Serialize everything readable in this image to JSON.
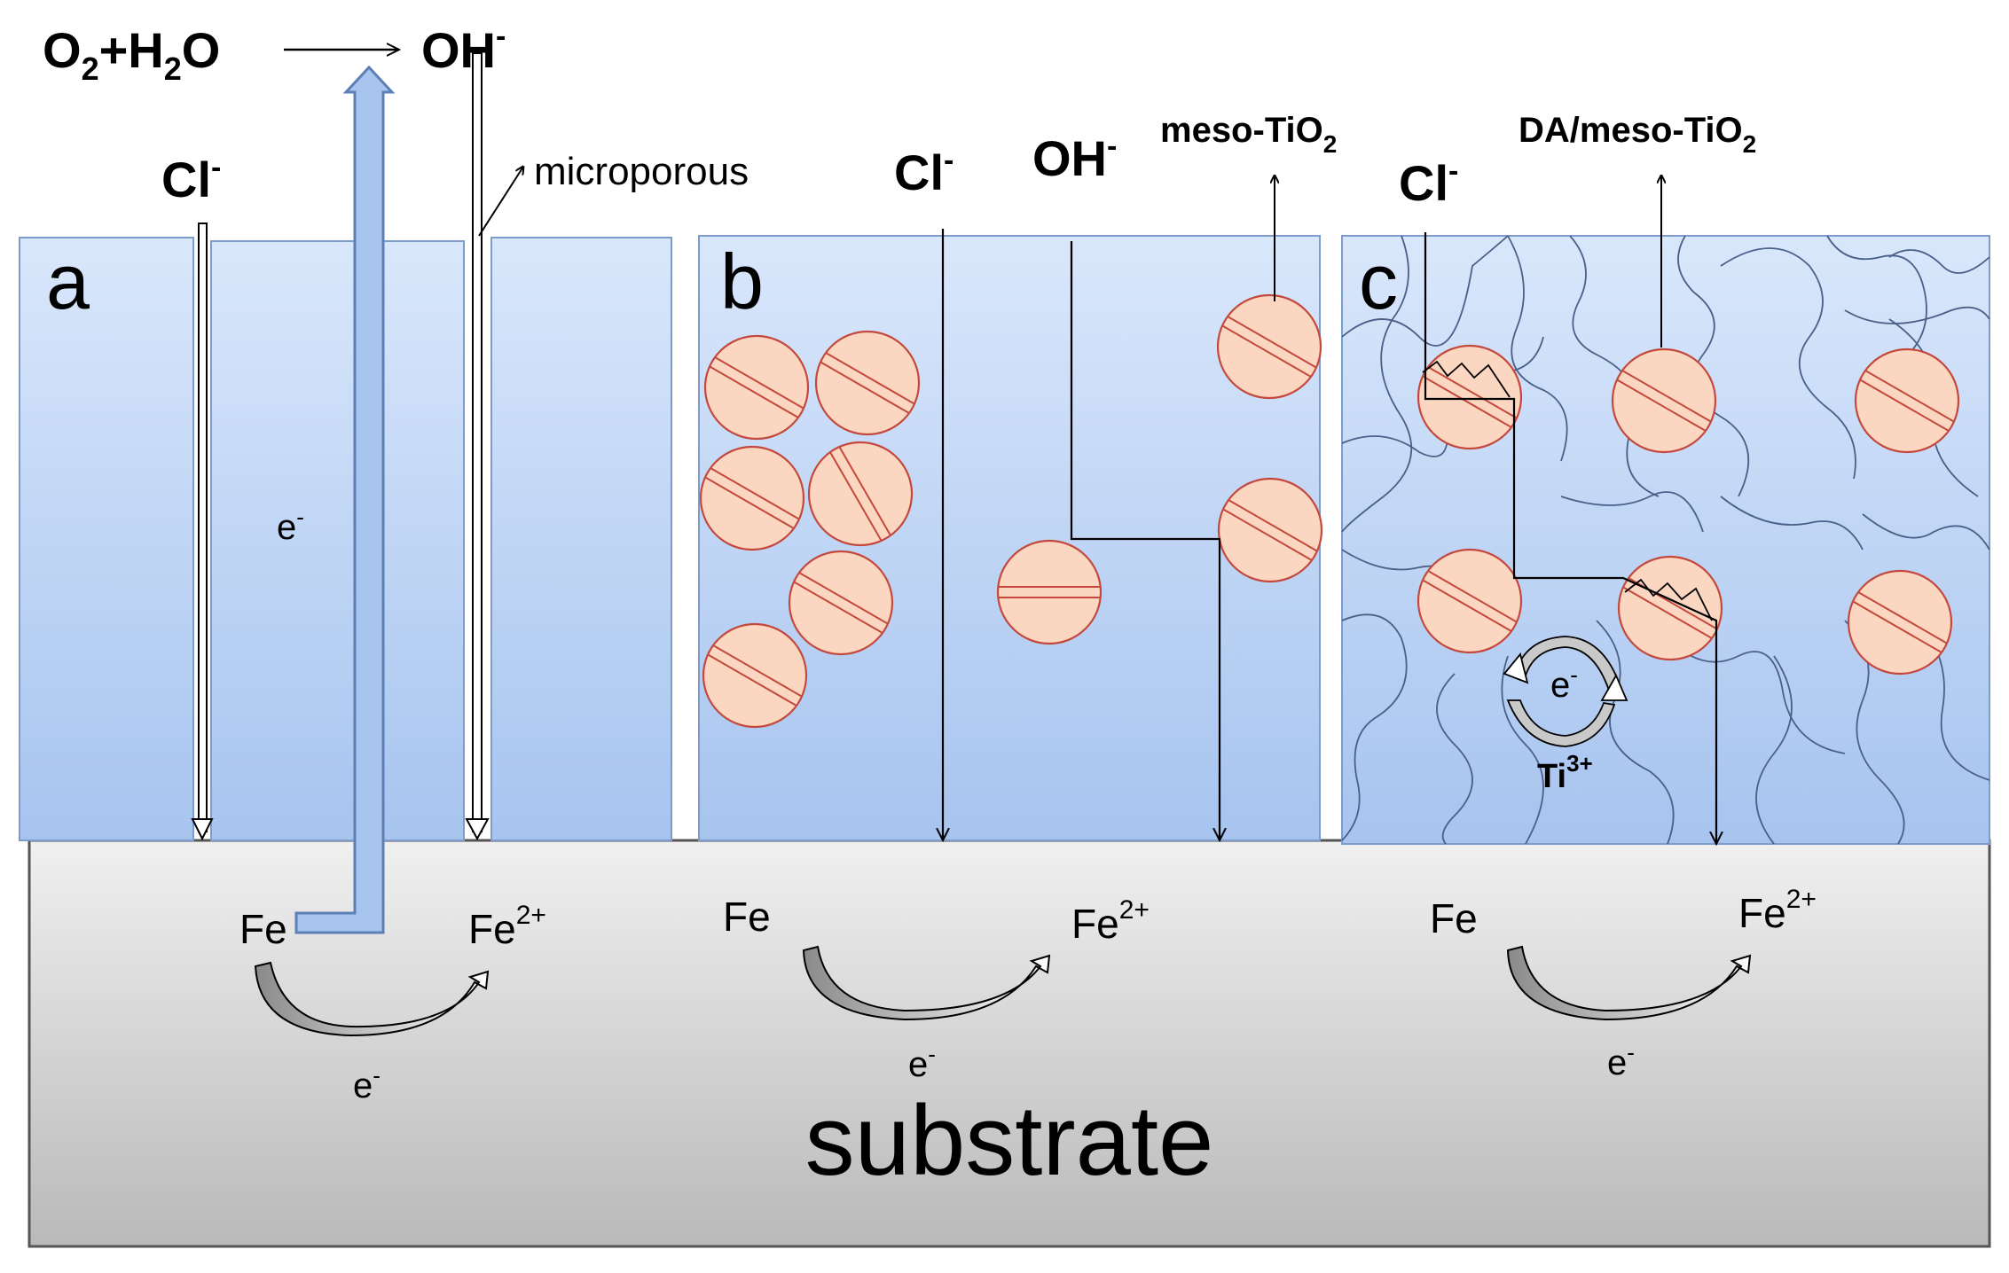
{
  "reaction": {
    "reactants": "O",
    "o_sub": "2",
    "plus": "+H",
    "h_sub": "2",
    "o2": "O",
    "product": "OH",
    "product_sup": "-"
  },
  "panel_a": {
    "letter": "a",
    "cl": "Cl",
    "cl_sup": "-",
    "pore_label": "microporous",
    "electron": "e",
    "electron_sup": "-",
    "fe": "Fe",
    "fe_ion": "Fe",
    "fe_ion_sup": "2+",
    "sub_electron": "e",
    "sub_electron_sup": "-"
  },
  "panel_b": {
    "letter": "b",
    "cl": "Cl",
    "cl_sup": "-",
    "oh": "OH",
    "oh_sup": "-",
    "particle_label": "meso-TiO",
    "particle_sub": "2",
    "fe": "Fe",
    "fe_ion": "Fe",
    "fe_ion_sup": "2+",
    "sub_electron": "e",
    "sub_electron_sup": "-"
  },
  "panel_c": {
    "letter": "c",
    "cl": "Cl",
    "cl_sup": "-",
    "particle_label": "DA/meso-TiO",
    "particle_sub": "2",
    "electron": "e",
    "electron_sup": "-",
    "ti": "Ti",
    "ti_sup": "3+",
    "fe": "Fe",
    "fe_ion": "Fe",
    "fe_ion_sup": "2+",
    "sub_electron": "e",
    "sub_electron_sup": "-"
  },
  "substrate": {
    "label": "substrate"
  },
  "colors": {
    "coating_top": "#d7e6fa",
    "coating_bottom": "#a9c6f0",
    "coating_border": "#7e9ccb",
    "particle_fill": "#fbd7c2",
    "particle_stroke": "#c4483c",
    "substrate_top": "#ececec",
    "substrate_bottom": "#bcbcbc"
  }
}
